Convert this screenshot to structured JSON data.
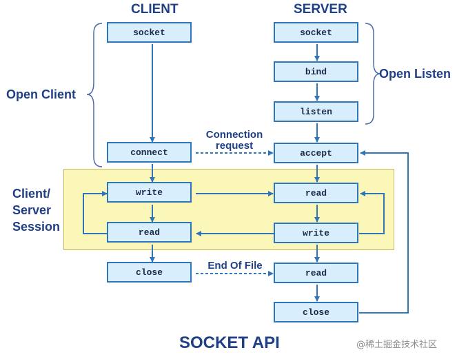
{
  "headers": {
    "client": "CLIENT",
    "server": "SERVER"
  },
  "groups": {
    "open_client": "Open Client",
    "open_listen": "Open Listen",
    "session": [
      "Client/",
      "Server",
      "Session"
    ]
  },
  "nodes": {
    "client_socket": "socket",
    "client_connect": "connect",
    "client_write": "write",
    "client_read": "read",
    "client_close": "close",
    "server_socket": "socket",
    "server_bind": "bind",
    "server_listen": "listen",
    "server_accept": "accept",
    "server_read": "read",
    "server_write": "write",
    "server_read_eof": "read",
    "server_close": "close"
  },
  "edge_labels": {
    "connection_request": [
      "Connection",
      "request"
    ],
    "end_of_file": "End Of File"
  },
  "footer": {
    "title": "SOCKET API",
    "watermark": "@稀土掘金技术社区"
  },
  "colors": {
    "box_fill": "#d8eefc",
    "box_border": "#2f75b9",
    "session_fill": "#fbf7b8",
    "label": "#1f3f86",
    "arrow": "#2f75b9"
  }
}
